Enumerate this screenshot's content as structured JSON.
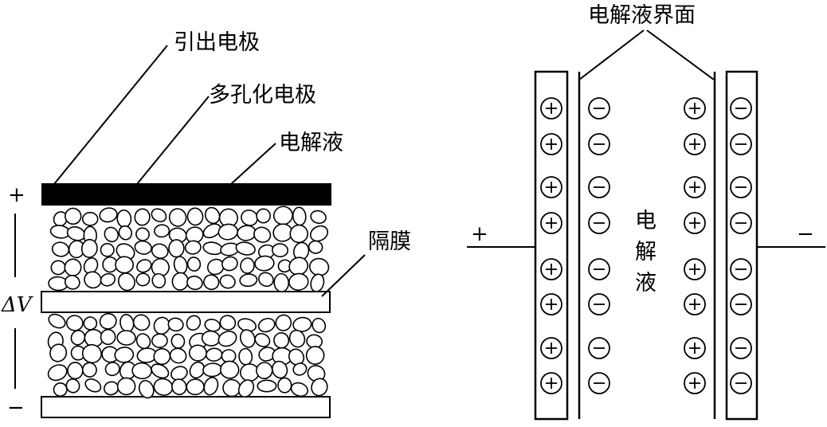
{
  "left_diagram": {
    "labels": {
      "lead_electrode": "引出电极",
      "porous_electrode": "多孔化电极",
      "electrolyte": "电解液",
      "separator": "隔膜"
    },
    "plus": "+",
    "minus": "−",
    "voltage": "ΔV"
  },
  "right_diagram": {
    "interface_label": "电解液界面",
    "electrolyte_chars": [
      "电",
      "解",
      "液"
    ],
    "plus": "+",
    "minus": "−",
    "ion_rows": 8,
    "columns": [
      {
        "name": "left-electrode-charges",
        "sign": "+"
      },
      {
        "name": "left-electrolyte-ions",
        "sign": "−"
      },
      {
        "name": "right-electrolyte-ions",
        "sign": "+"
      },
      {
        "name": "right-electrode-charges",
        "sign": "−"
      }
    ]
  }
}
